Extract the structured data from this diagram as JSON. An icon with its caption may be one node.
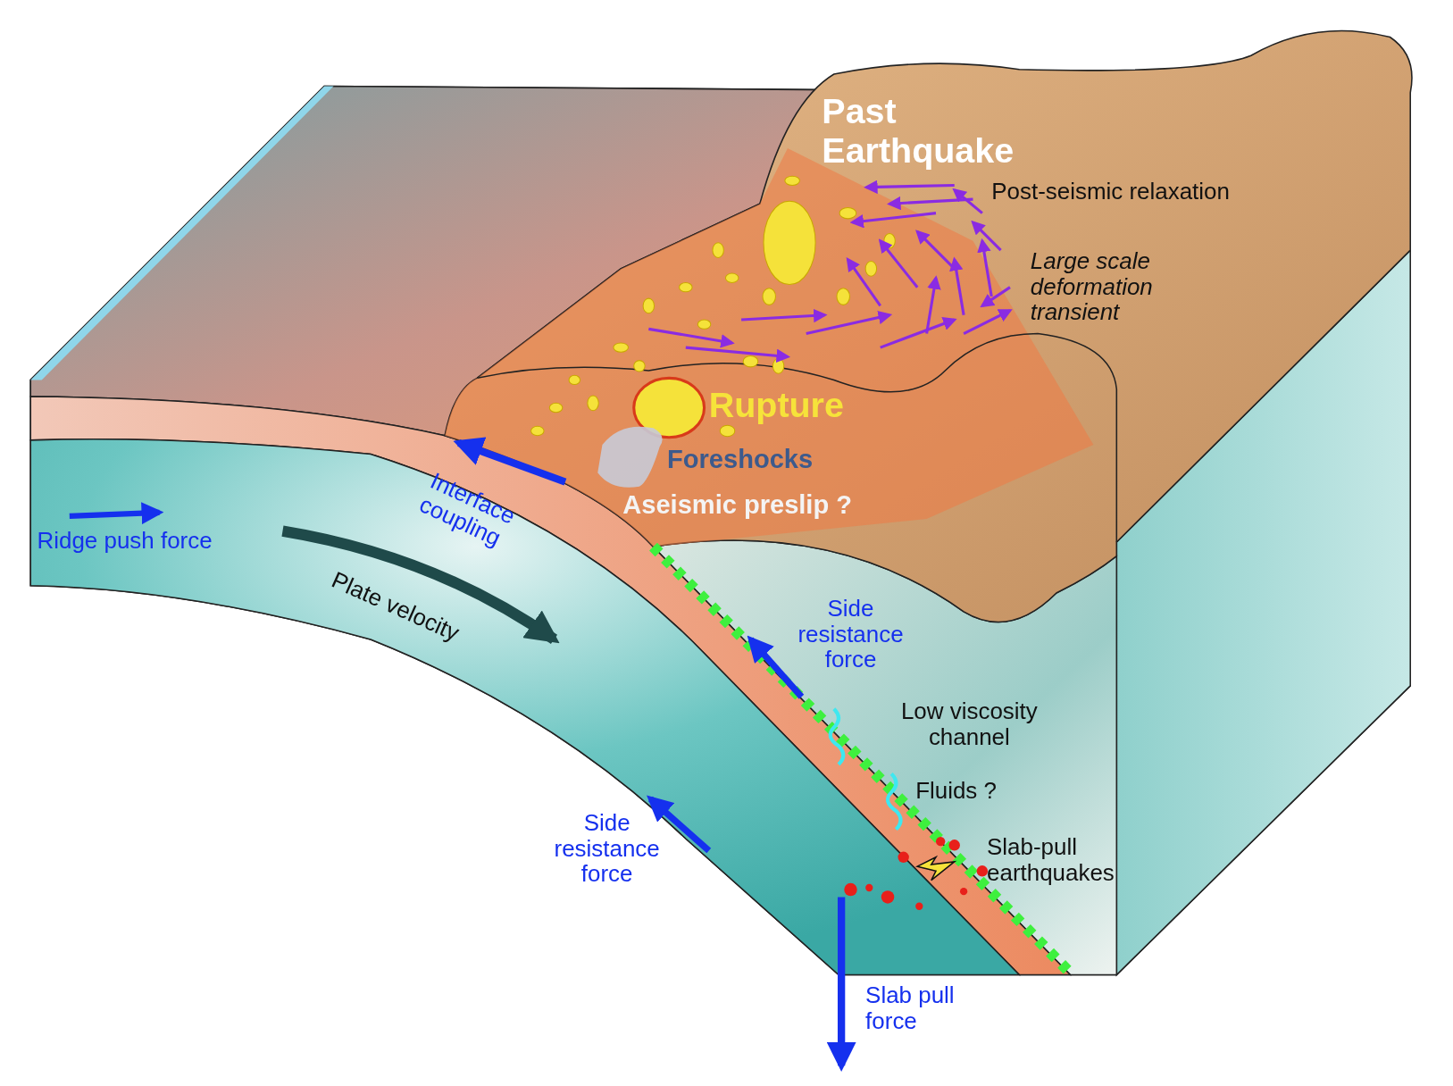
{
  "diagram": {
    "labels": [
      "Past Earthquake",
      "Post-seismic relaxation",
      "Large scale deformation transient",
      "Rupture",
      "Foreshocks",
      "Aseismic preslip ?",
      "Interface coupling",
      "Ridge push force",
      "Plate velocity",
      "Side resistance force",
      "Low viscosity channel",
      "Fluids ?",
      "Slab-pull earthquakes",
      "Side resistance force",
      "Slab pull force"
    ]
  }
}
